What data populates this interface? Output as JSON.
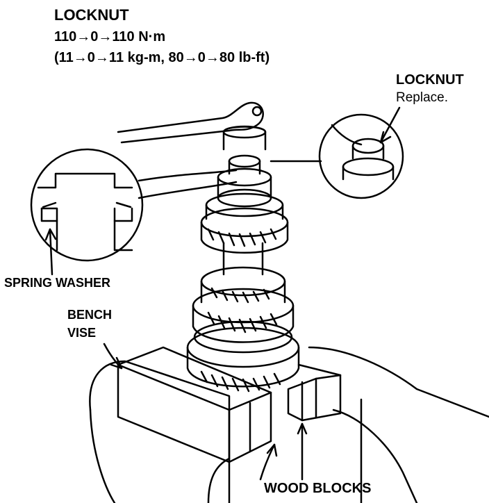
{
  "spec": {
    "title": "LOCKNUT",
    "torque_nm": "110→0→110 N·m",
    "torque_alt": "(11→0→11 kg-m, 80→0→80 lb-ft)"
  },
  "callouts": {
    "locknut": "LOCKNUT",
    "replace": "Replace.",
    "spring_washer": "SPRING WASHER",
    "bench_vise_line1": "BENCH",
    "bench_vise_line2": "VISE",
    "wood_blocks": "WOOD BLOCKS"
  }
}
